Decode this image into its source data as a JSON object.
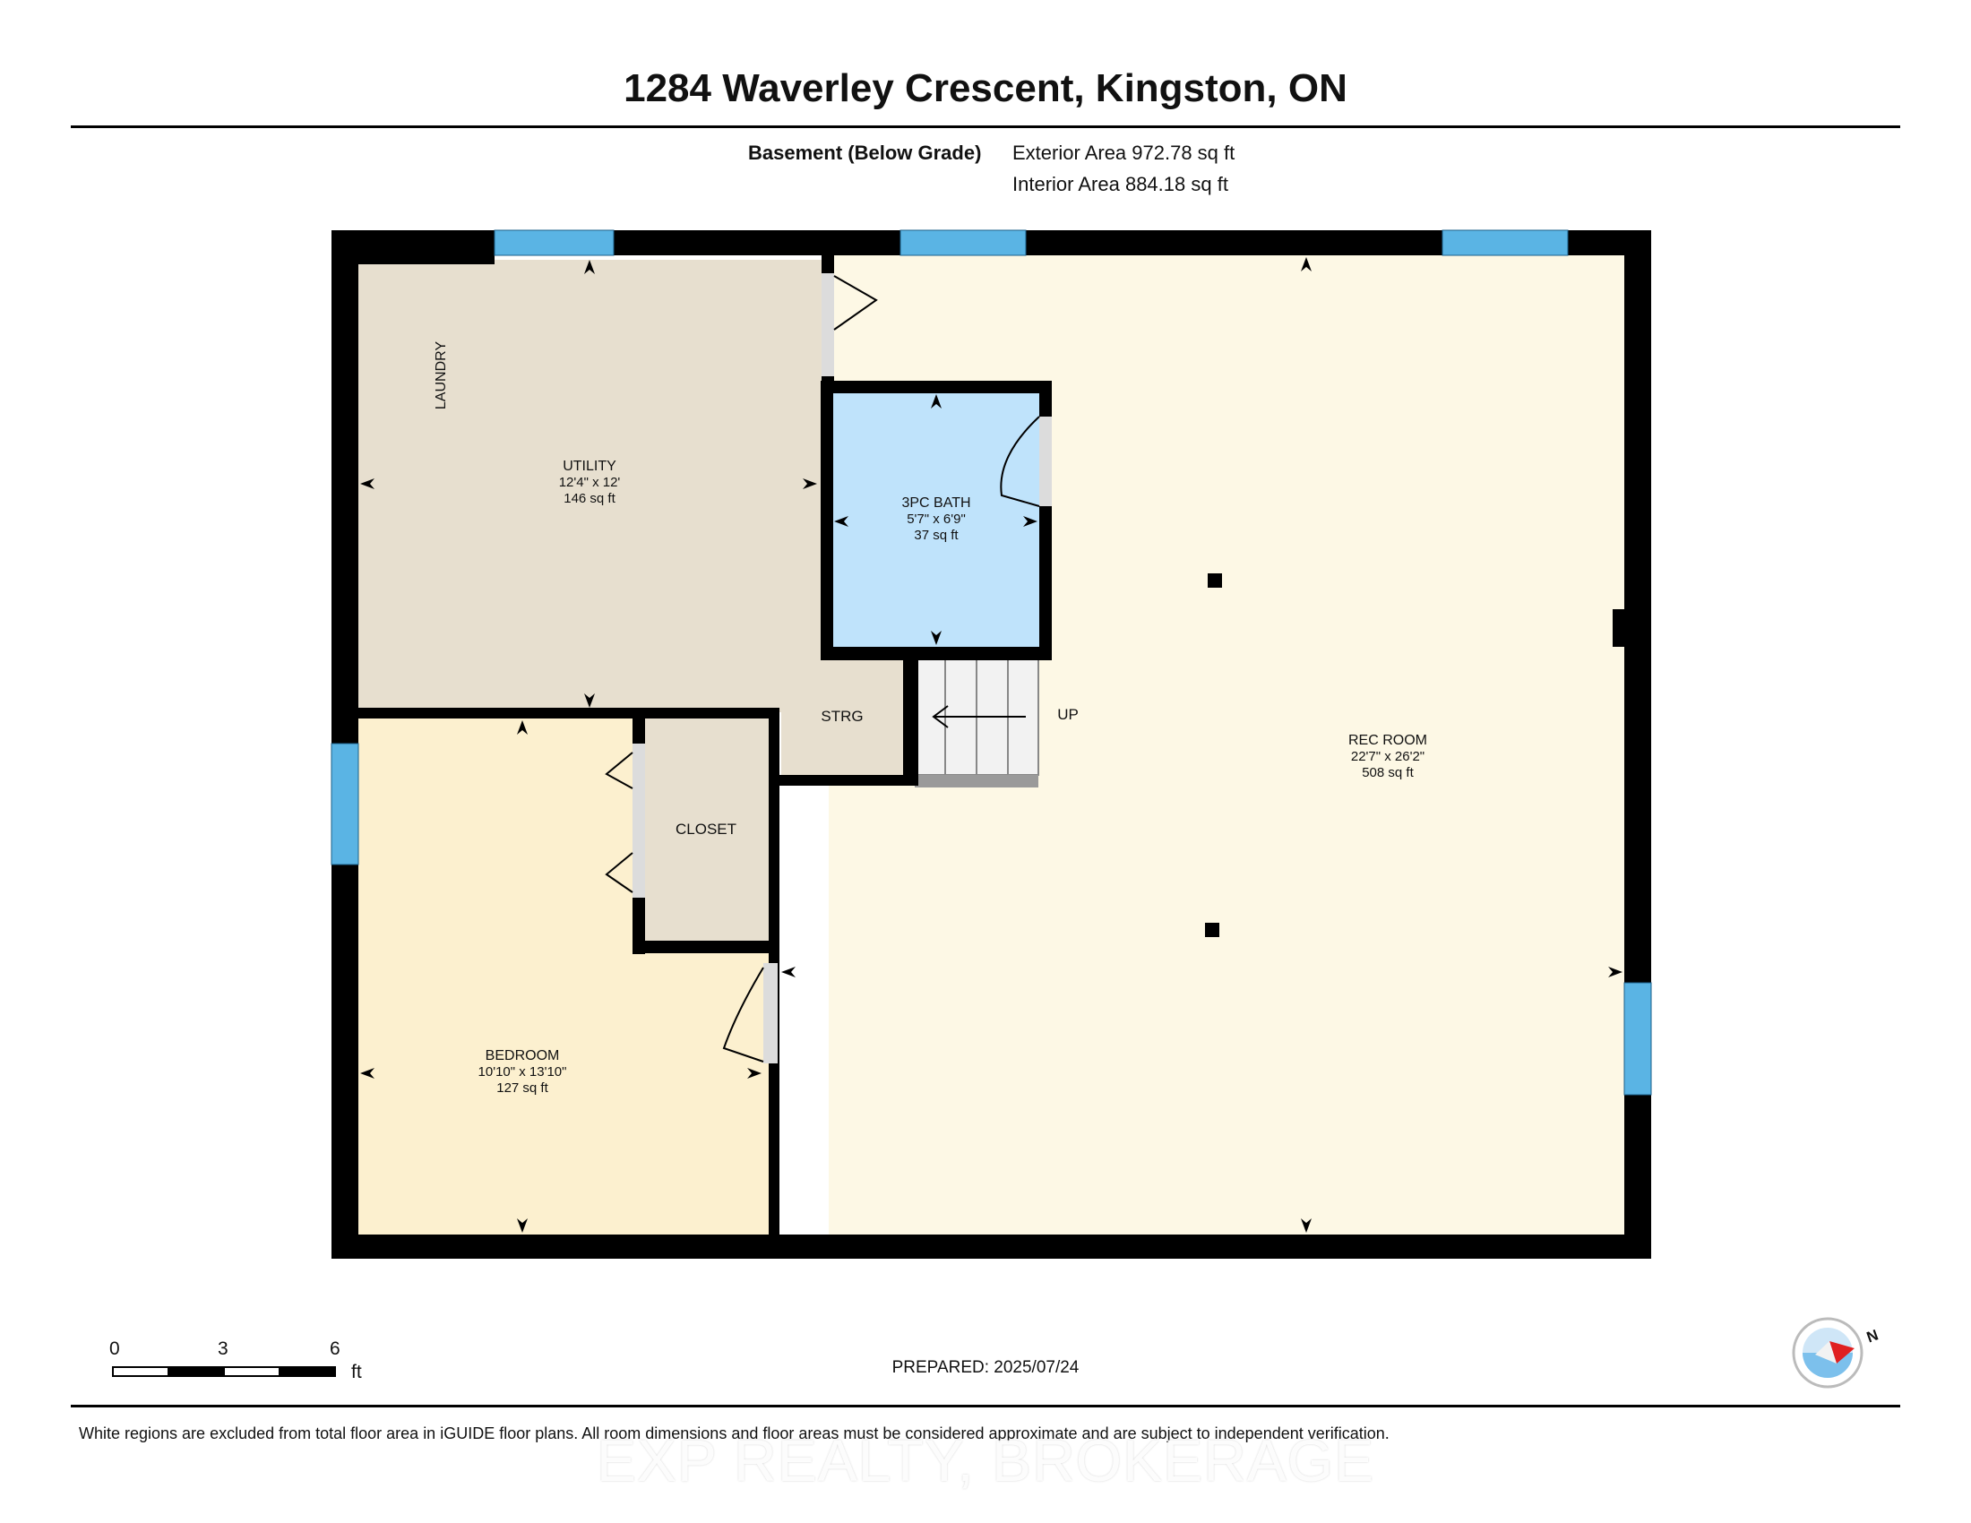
{
  "header": {
    "address": "1284 Waverley Crescent, Kingston, ON",
    "level": "Basement (Below Grade)",
    "exterior_area": "Exterior Area 972.78 sq ft",
    "interior_area": "Interior Area 884.18 sq ft"
  },
  "rooms": {
    "utility": {
      "name": "UTILITY",
      "dims": "12'4\" x 12'",
      "area": "146 sq ft",
      "color": "#e7dfcf"
    },
    "laundry": {
      "name": "LAUNDRY"
    },
    "bath": {
      "name": "3PC BATH",
      "dims": "5'7\" x 6'9\"",
      "area": "37 sq ft",
      "color": "#bfe3fb"
    },
    "rec": {
      "name": "REC ROOM",
      "dims": "22'7\" x 26'2\"",
      "area": "508 sq ft",
      "color": "#fdf8e5"
    },
    "storage": {
      "name": "STRG",
      "color": "#e7dfcf"
    },
    "closet": {
      "name": "CLOSET",
      "color": "#e7dfcf"
    },
    "bedroom": {
      "name": "BEDROOM",
      "dims": "10'10\" x 13'10\"",
      "area": "127 sq ft",
      "color": "#fcf0cf"
    },
    "stairs": {
      "label": "UP"
    }
  },
  "colors": {
    "wall": "#000000",
    "window": "#5ab4e4",
    "door": "#dcdcdc"
  },
  "scale_bar": {
    "labels": [
      "0",
      "3",
      "6"
    ],
    "unit": "ft"
  },
  "compass": {
    "label": "N"
  },
  "footer": {
    "prepared": "PREPARED: 2025/07/24",
    "disclaimer": "White regions are excluded from total floor area in iGUIDE floor plans. All room dimensions and floor areas must be considered approximate and are subject to independent verification.",
    "watermark": "EXP REALTY, BROKERAGE"
  }
}
